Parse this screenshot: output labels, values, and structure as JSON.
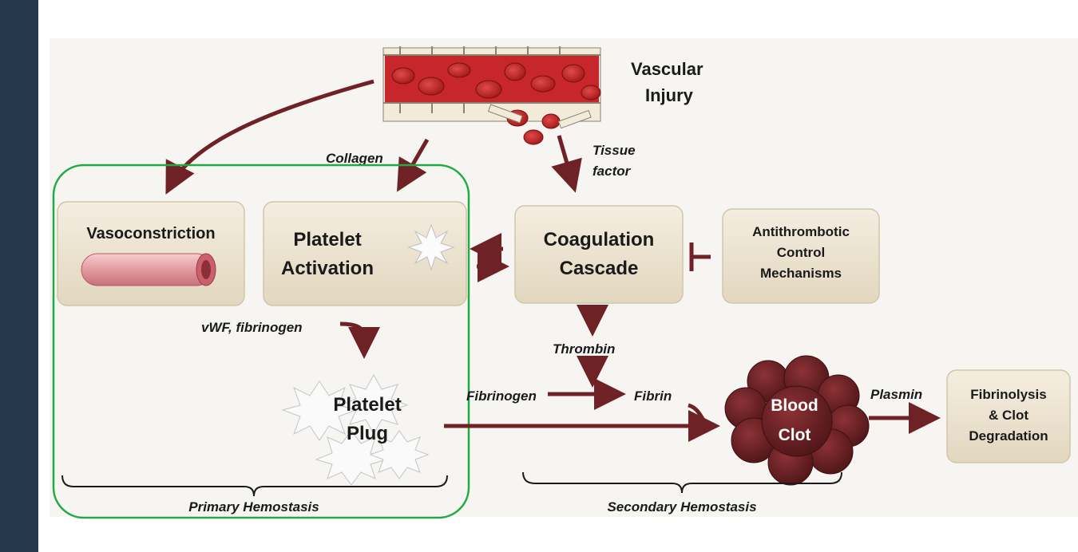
{
  "title": {
    "line1": "Vascular",
    "line2": "Injury"
  },
  "boxes": {
    "vasoconstriction": "Vasoconstriction",
    "platelet_activation": {
      "line1": "Platelet",
      "line2": "Activation"
    },
    "coagulation_cascade": {
      "line1": "Coagulation",
      "line2": "Cascade"
    },
    "antithrombotic": {
      "line1": "Antithrombotic",
      "line2": "Control",
      "line3": "Mechanisms"
    },
    "fibrinolysis": {
      "line1": "Fibrinolysis",
      "line2": "& Clot",
      "line3": "Degradation"
    }
  },
  "nodes": {
    "platelet_plug": {
      "line1": "Platelet",
      "line2": "Plug"
    },
    "blood_clot": {
      "line1": "Blood",
      "line2": "Clot"
    }
  },
  "labels": {
    "collagen": "Collagen",
    "tissue_factor_1": "Tissue",
    "tissue_factor_2": "factor",
    "vwf_fibrinogen": "vWF, fibrinogen",
    "thrombin": "Thrombin",
    "fibrinogen": "Fibrinogen",
    "fibrin": "Fibrin",
    "plasmin": "Plasmin"
  },
  "brackets": {
    "primary": "Primary Hemostasis",
    "secondary": "Secondary Hemostasis"
  },
  "colors": {
    "arrow": "#6e2226",
    "box_fill": "#ece4d2",
    "highlight": "#22aa44",
    "sidebar": "#243a4c",
    "clot": "#6b2124"
  }
}
